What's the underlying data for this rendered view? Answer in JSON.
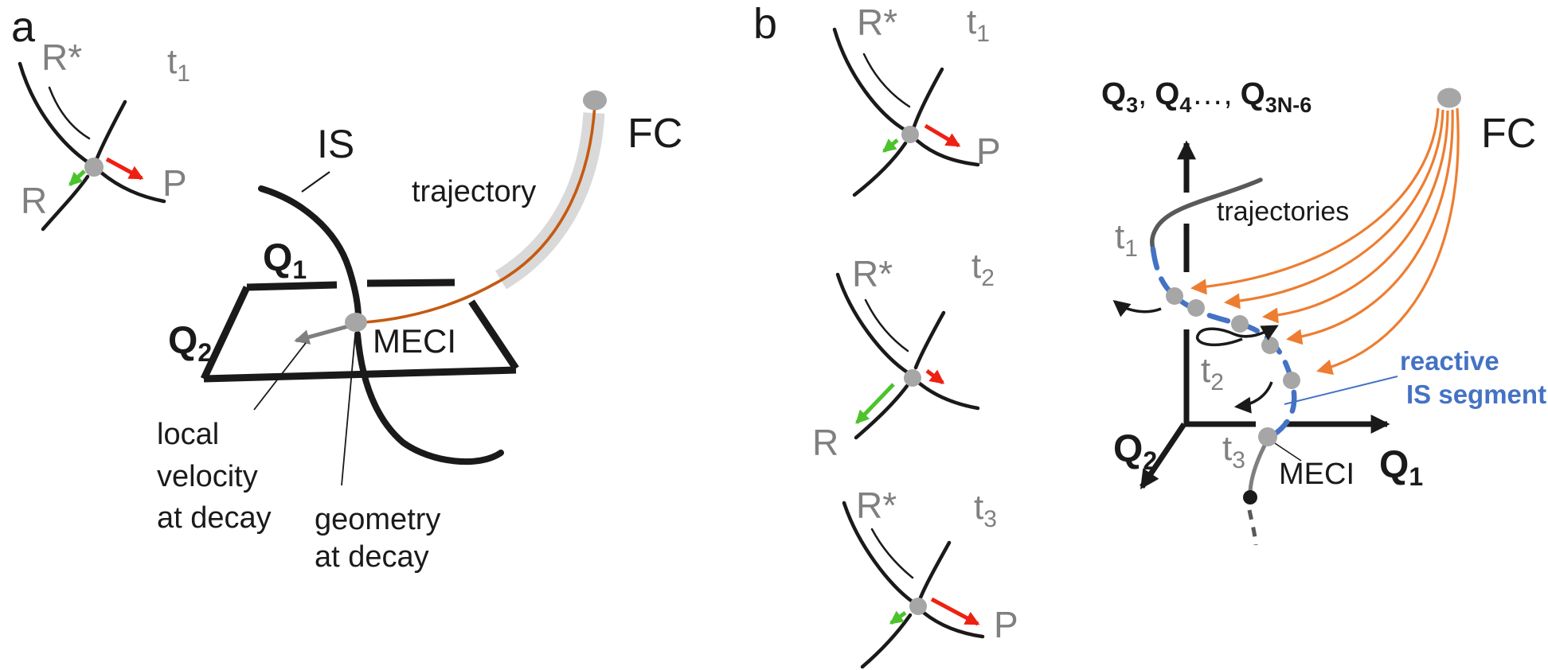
{
  "figure": {
    "colors": {
      "reactive_segment_blue": "#4472C4",
      "trajectory_orange": "#ED7D31",
      "single_trajectory_dark_orange": "#C55A11",
      "reactant_arrow_green": "#4CC32D",
      "product_arrow_red": "#EE2012",
      "marker_dot_gray": "#A6A6A6",
      "state_label_gray": "#808080"
    },
    "panel_a": {
      "label": "a",
      "inset": {
        "excited_state": "R*",
        "time_base": "t",
        "time_sub": "1",
        "reactant": "R",
        "product": "P"
      },
      "is_label": "IS",
      "trajectory_label": "trajectory",
      "fc_label": "FC",
      "meci_label": "MECI",
      "q1_base": "Q",
      "q1_sub": "1",
      "q2_base": "Q",
      "q2_sub": "2",
      "velocity_note_l1": "local",
      "velocity_note_l2": "velocity",
      "velocity_note_l3": "at decay",
      "geometry_note_l1": "geometry",
      "geometry_note_l2": "at decay"
    },
    "panel_b": {
      "label": "b",
      "insets": [
        {
          "excited_state": "R*",
          "time_base": "t",
          "time_sub": "1",
          "product": "P"
        },
        {
          "excited_state": "R*",
          "time_base": "t",
          "time_sub": "2",
          "reactant": "R"
        },
        {
          "excited_state": "R*",
          "time_base": "t",
          "time_sub": "3",
          "product": "P"
        }
      ],
      "vertical_axis": {
        "q_a": "Q",
        "q_a_sub": "3",
        "sep_a": ",",
        "q_b": "Q",
        "q_b_sub": "4",
        "sep_b": "…,",
        "q_c": "Q",
        "q_c_sub": "3N-6"
      },
      "q1_base": "Q",
      "q1_sub": "1",
      "q2_base": "Q",
      "q2_sub": "2",
      "trajectories_label": "trajectories",
      "fc_label": "FC",
      "meci_label": "MECI",
      "t1_base": "t",
      "t1_sub": "1",
      "t2_base": "t",
      "t2_sub": "2",
      "t3_base": "t",
      "t3_sub": "3",
      "reactive_note_l1": "reactive",
      "reactive_note_l2": "IS segment"
    }
  }
}
